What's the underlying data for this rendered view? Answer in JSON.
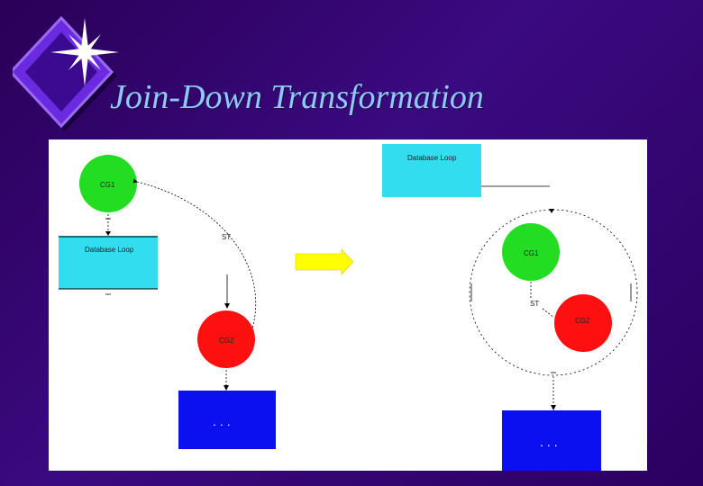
{
  "title": "Join-Down Transformation",
  "colors": {
    "background": "#2e0066",
    "title": "#8ec8ff",
    "cg1": "#22dd22",
    "cg2": "#ff1010",
    "loop_box": "#33ddf0",
    "continuation_box": "#0a10f0",
    "arrow": "#ffff00"
  },
  "before": {
    "cg1_label": "CG1",
    "loop_label": "Database Loop",
    "st_label": "ST",
    "cg2_label": "CG2",
    "continuation_label": "..."
  },
  "after": {
    "loop_label": "Database Loop",
    "cg1_label": "CG1",
    "st_label": "ST",
    "cg2_label": "CG2",
    "continuation_label": "..."
  },
  "transform_arrow_icon": "right-arrow-icon",
  "logo_icon": "star-diamond-icon"
}
